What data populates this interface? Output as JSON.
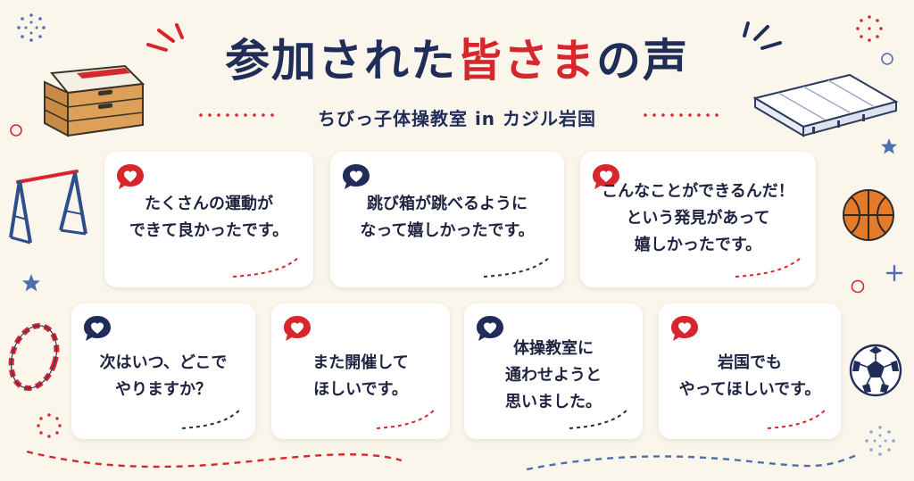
{
  "title": {
    "part1": "参加された",
    "part2": "皆さま",
    "part3": "の声"
  },
  "subtitle": "ちびっ子体操教室 in カジル岩国",
  "colors": {
    "navy": "#1f2d58",
    "red": "#d8262d",
    "background": "#fbf6ec"
  },
  "cards": [
    {
      "lines": [
        "たくさんの運動が",
        "できて良かったです。"
      ],
      "heart_color": "red"
    },
    {
      "lines": [
        "跳び箱が跳べるように",
        "なって嬉しかったです。"
      ],
      "heart_color": "navy"
    },
    {
      "lines": [
        "こんなことができるんだ！",
        "という発見があって",
        "嬉しかったです。"
      ],
      "heart_color": "red"
    },
    {
      "lines": [
        "次はいつ、どこで",
        "やりますか？"
      ],
      "heart_color": "navy"
    },
    {
      "lines": [
        "また開催して",
        "ほしいです。"
      ],
      "heart_color": "red"
    },
    {
      "lines": [
        "体操教室に",
        "通わせようと",
        "思いました。"
      ],
      "heart_color": "navy"
    },
    {
      "lines": [
        "岩国でも",
        "やってほしいです。"
      ],
      "heart_color": "red"
    }
  ],
  "decorations": [
    "vaulting-box-icon",
    "gym-mat-icon",
    "horizontal-bar-icon",
    "basketball-icon",
    "hula-hoop-icon",
    "soccer-ball-icon",
    "star-icon",
    "heart-icon"
  ]
}
